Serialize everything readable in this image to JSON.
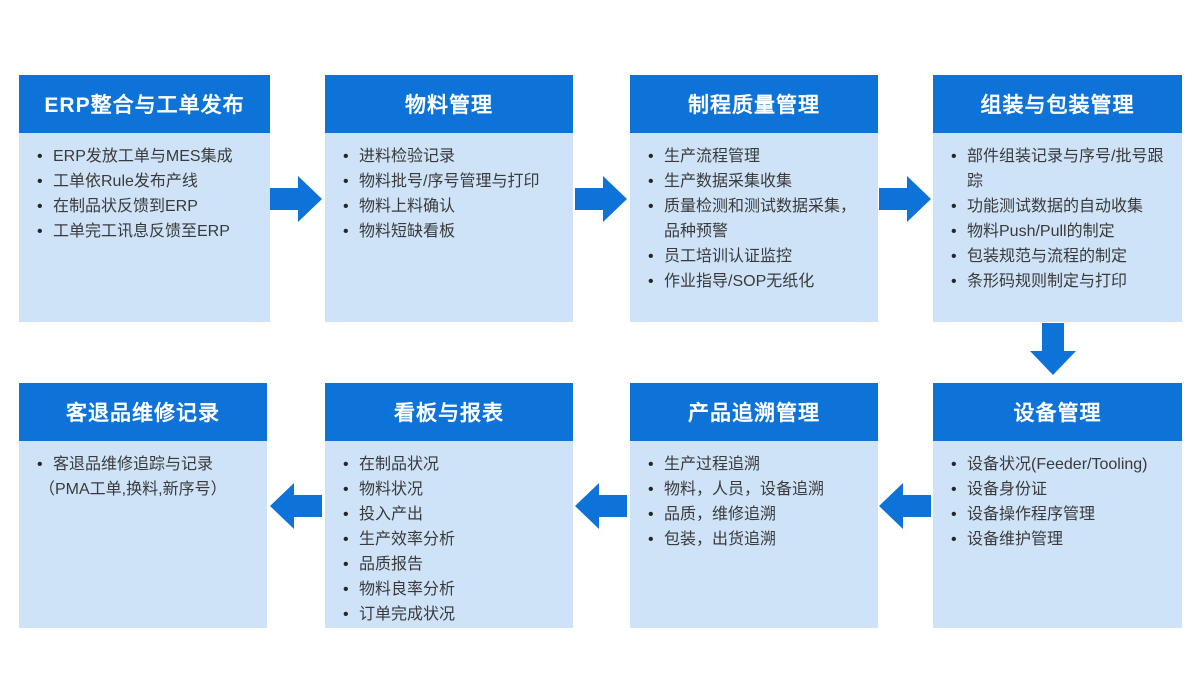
{
  "colors": {
    "header_blue": "#0d73d9",
    "body_light_blue": "#cee3f8",
    "arrow_blue": "#0d73d9",
    "title_text": "#ffffff",
    "body_text": "#3a3a3a",
    "background": "#ffffff"
  },
  "boxes": [
    {
      "title": "ERP整合与工单发布",
      "items": [
        "ERP发放工单与MES集成",
        "工单依Rule发布产线",
        "在制品状反馈到ERP",
        "工单完工讯息反馈至ERP"
      ]
    },
    {
      "title": "物料管理",
      "items": [
        "进料检验记录",
        "物料批号/序号管理与打印",
        "物料上料确认",
        "物料短缺看板"
      ]
    },
    {
      "title": "制程质量管理",
      "items": [
        "生产流程管理",
        "生产数据采集收集",
        "质量检测和测试数据采集，品种预警",
        "员工培训认证监控",
        "作业指导/SOP无纸化"
      ]
    },
    {
      "title": "组装与包装管理",
      "items": [
        "部件组装记录与序号/批号跟踪",
        "功能测试数据的自动收集",
        "物料Push/Pull的制定",
        "包装规范与流程的制定",
        "条形码规则制定与打印"
      ]
    },
    {
      "title": "设备管理",
      "items": [
        "设备状况(Feeder/Tooling)",
        "设备身份证",
        "设备操作程序管理",
        "设备维护管理"
      ]
    },
    {
      "title": "产品追溯管理",
      "items": [
        "生产过程追溯",
        "物料，人员，设备追溯",
        "品质，维修追溯",
        "包装，出货追溯"
      ]
    },
    {
      "title": "看板与报表",
      "items": [
        "在制品状况",
        "物料状况",
        "投入产出",
        "生产效率分析",
        "品质报告",
        "物料良率分析",
        "订单完成状况"
      ]
    },
    {
      "title": "客退品维修记录",
      "items": [
        "客退品维修追踪与记录",
        "（PMA工单,换料,新序号）"
      ]
    }
  ],
  "arrows": [
    {
      "direction": "right"
    },
    {
      "direction": "right"
    },
    {
      "direction": "right"
    },
    {
      "direction": "down"
    },
    {
      "direction": "left"
    },
    {
      "direction": "left"
    },
    {
      "direction": "left"
    }
  ]
}
